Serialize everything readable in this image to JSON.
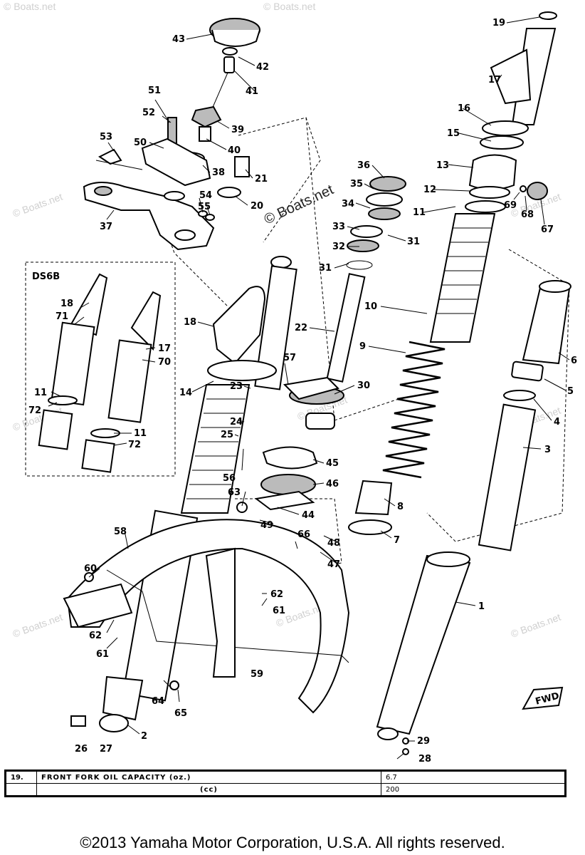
{
  "watermark": "© Boats.net",
  "diagram": {
    "inset_label": "DS6B",
    "fwd_label": "FWD",
    "callouts": [
      "1",
      "2",
      "3",
      "4",
      "5",
      "6",
      "7",
      "8",
      "9",
      "10",
      "11",
      "12",
      "13",
      "14",
      "15",
      "16",
      "17",
      "18",
      "19",
      "20",
      "21",
      "22",
      "23",
      "24",
      "25",
      "26",
      "27",
      "28",
      "29",
      "30",
      "31",
      "32",
      "33",
      "34",
      "35",
      "36",
      "37",
      "38",
      "39",
      "40",
      "41",
      "42",
      "43",
      "44",
      "45",
      "46",
      "47",
      "48",
      "49",
      "50",
      "51",
      "52",
      "53",
      "54",
      "55",
      "56",
      "57",
      "58",
      "59",
      "60",
      "61",
      "62",
      "63",
      "64",
      "65",
      "66",
      "67",
      "68",
      "69",
      "70",
      "71",
      "72"
    ]
  },
  "spec_table": {
    "rows": [
      {
        "num": "19.",
        "description": "FRONT FORK OIL CAPACITY (oz.)",
        "value": "6.7"
      },
      {
        "num": "",
        "description": "(cc)",
        "value": "200"
      }
    ]
  },
  "copyright": "©2013 Yamaha Motor Corporation, U.S.A. All rights reserved."
}
